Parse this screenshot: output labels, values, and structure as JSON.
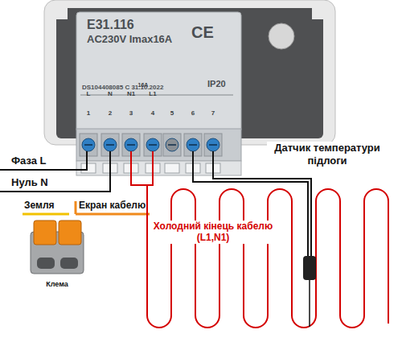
{
  "diagram": {
    "nodes": [
      {
        "text": [
          "E31.116",
          "AC230V Imax16A",
          "IP20",
          "DS104408085  C 31.10.2022"
        ]
      }
    ],
    "labels": [
      "CE",
      "L",
      "N",
      "16A",
      "N1",
      "L1",
      "1",
      "2",
      "3",
      "4",
      "5",
      "6",
      "7",
      "Фаза L",
      "Нуль N",
      "Земля",
      "Екран кабелю",
      "Клема",
      "Холодний кінець кабелю (L1,N1)",
      "Датчик температури підлоги"
    ]
  }
}
